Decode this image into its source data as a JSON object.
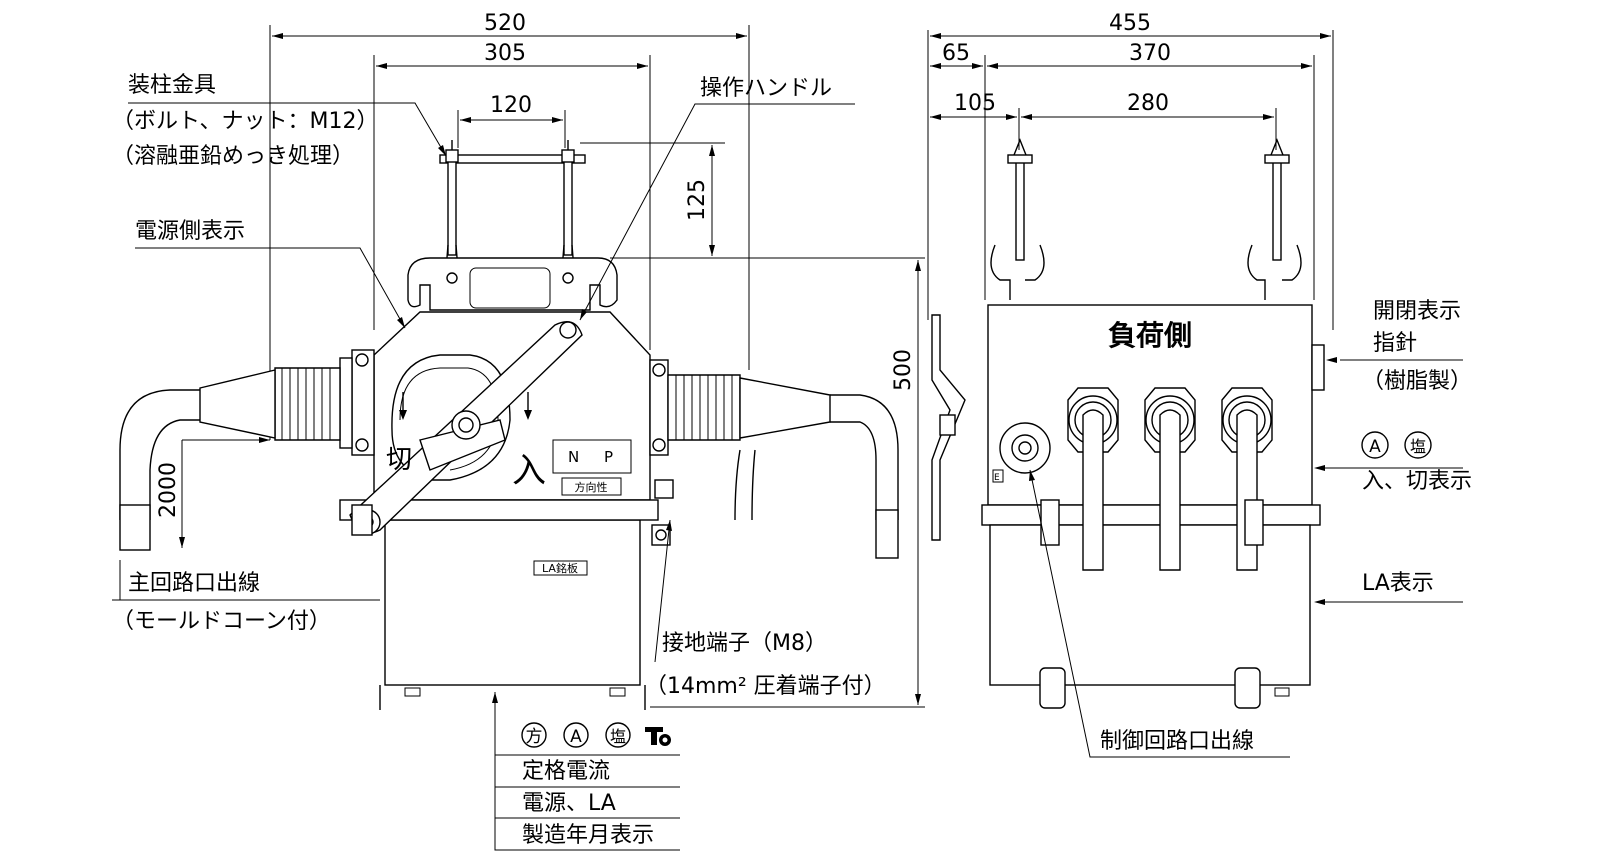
{
  "dimensions": {
    "overall_width": "520",
    "body_width": "305",
    "bolt_spacing": "120",
    "bolt_height": "125",
    "overall_height": "500",
    "cable_length": "2000",
    "side_width": "455",
    "offset_65": "65",
    "side_370": "370",
    "offset_105": "105",
    "side_bolt_spacing": "280"
  },
  "labels": {
    "pole_bracket": "装柱金具",
    "pole_bracket_bolt": "（ボルト、ナット：M12）",
    "pole_bracket_finish": "（溶融亜鉛めっき処理）",
    "source_side_indicator": "電源側表示",
    "operating_handle": "操作ハンドル",
    "main_circuit_lead": "主回路口出線",
    "molded_cone": "（モールドコーン付）",
    "ground_terminal": "接地端子（M8）",
    "crimp_terminal": "（14mm² 圧着端子付）",
    "rating_mark_1": "方",
    "rating_mark_2": "A",
    "rating_mark_3": "塩",
    "rated_current": "定格電流",
    "source_la": "電源、LA",
    "manufacture_date": "製造年月表示",
    "load_side": "負荷側",
    "open_close_indicator": "開閉表示",
    "pointer": "指針",
    "resin_made": "（樹脂製）",
    "mark_a": "A",
    "mark_salt": "塩",
    "on_off_indicator": "入、切表示",
    "la_indicator": "LA表示",
    "control_circuit_lead": "制御回路口出線"
  },
  "body_marks": {
    "np_n": "N",
    "np_p": "P",
    "direction": "方向性",
    "la_plate": "LA銘板",
    "on": "入",
    "off": "切",
    "earth": "E"
  }
}
